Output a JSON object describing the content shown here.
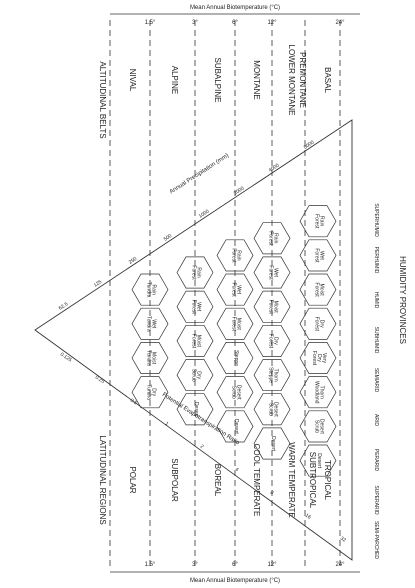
{
  "top_axis_title": "Mean Annual Biotemperature (°C)",
  "bottom_axis_title": "Mean Annual Biotemperature (°C)",
  "altitudinal_title": "ALTITUDINAL BELTS",
  "latitudinal_title": "LATITUDINAL REGIONS",
  "humidity_title": "HUMIDITY PROVINCES",
  "precip_axis_title": "Annual Precipitation (mm)",
  "pet_axis_title": "Potential Evapotranspiration Ratio",
  "temp_ticks": [
    "1.5°",
    "3°",
    "6°",
    "12°",
    "24°"
  ],
  "altitudinal_belts": [
    "NIVAL",
    "ALPINE",
    "SUBALPINE",
    "MONTANE",
    "LOWER MONTANE",
    "PREMONTANE",
    "BASAL"
  ],
  "latitudinal_regions": [
    "POLAR",
    "SUBPOLAR",
    "BOREAL",
    "COOL TEMPERATE",
    "WARM TEMPERATE",
    "SUBTROPICAL",
    "TROPICAL"
  ],
  "humidity_provinces": [
    "SEMI-PARCHED",
    "SUPERARID",
    "PERARID",
    "ARID",
    "SEMIARID",
    "SUBHUMID",
    "HUMID",
    "PERHUMID",
    "SUPERHUMID"
  ],
  "precip_ticks": [
    "62.5",
    "125",
    "250",
    "500",
    "1000",
    "2000",
    "4000",
    "8000"
  ],
  "pet_ticks": [
    "0.125",
    "0.25",
    "0.5",
    "1",
    "2",
    "4",
    "8",
    "16",
    "32"
  ],
  "hexagons": [
    "Rain Tundra",
    "Wet Tundra",
    "Moist Tundra",
    "Dry Tundra",
    "Rain Forest",
    "Wet Forest",
    "Moist Forest",
    "Dry Scrub",
    "Desert",
    "Rain Forest",
    "Wet Forest",
    "Moist Forest",
    "Steppe",
    "Desert Scrub",
    "Desert",
    "Rain Forest",
    "Wet Forest",
    "Moist Forest",
    "Dry Forest",
    "Thorn Steppe",
    "Desert Scrub",
    "Desert",
    "Rain Forest",
    "Wet Forest",
    "Moist Forest",
    "Dry Forest",
    "Very Dry Forest",
    "Thorn Woodland",
    "Desert Scrub",
    "Desert"
  ]
}
